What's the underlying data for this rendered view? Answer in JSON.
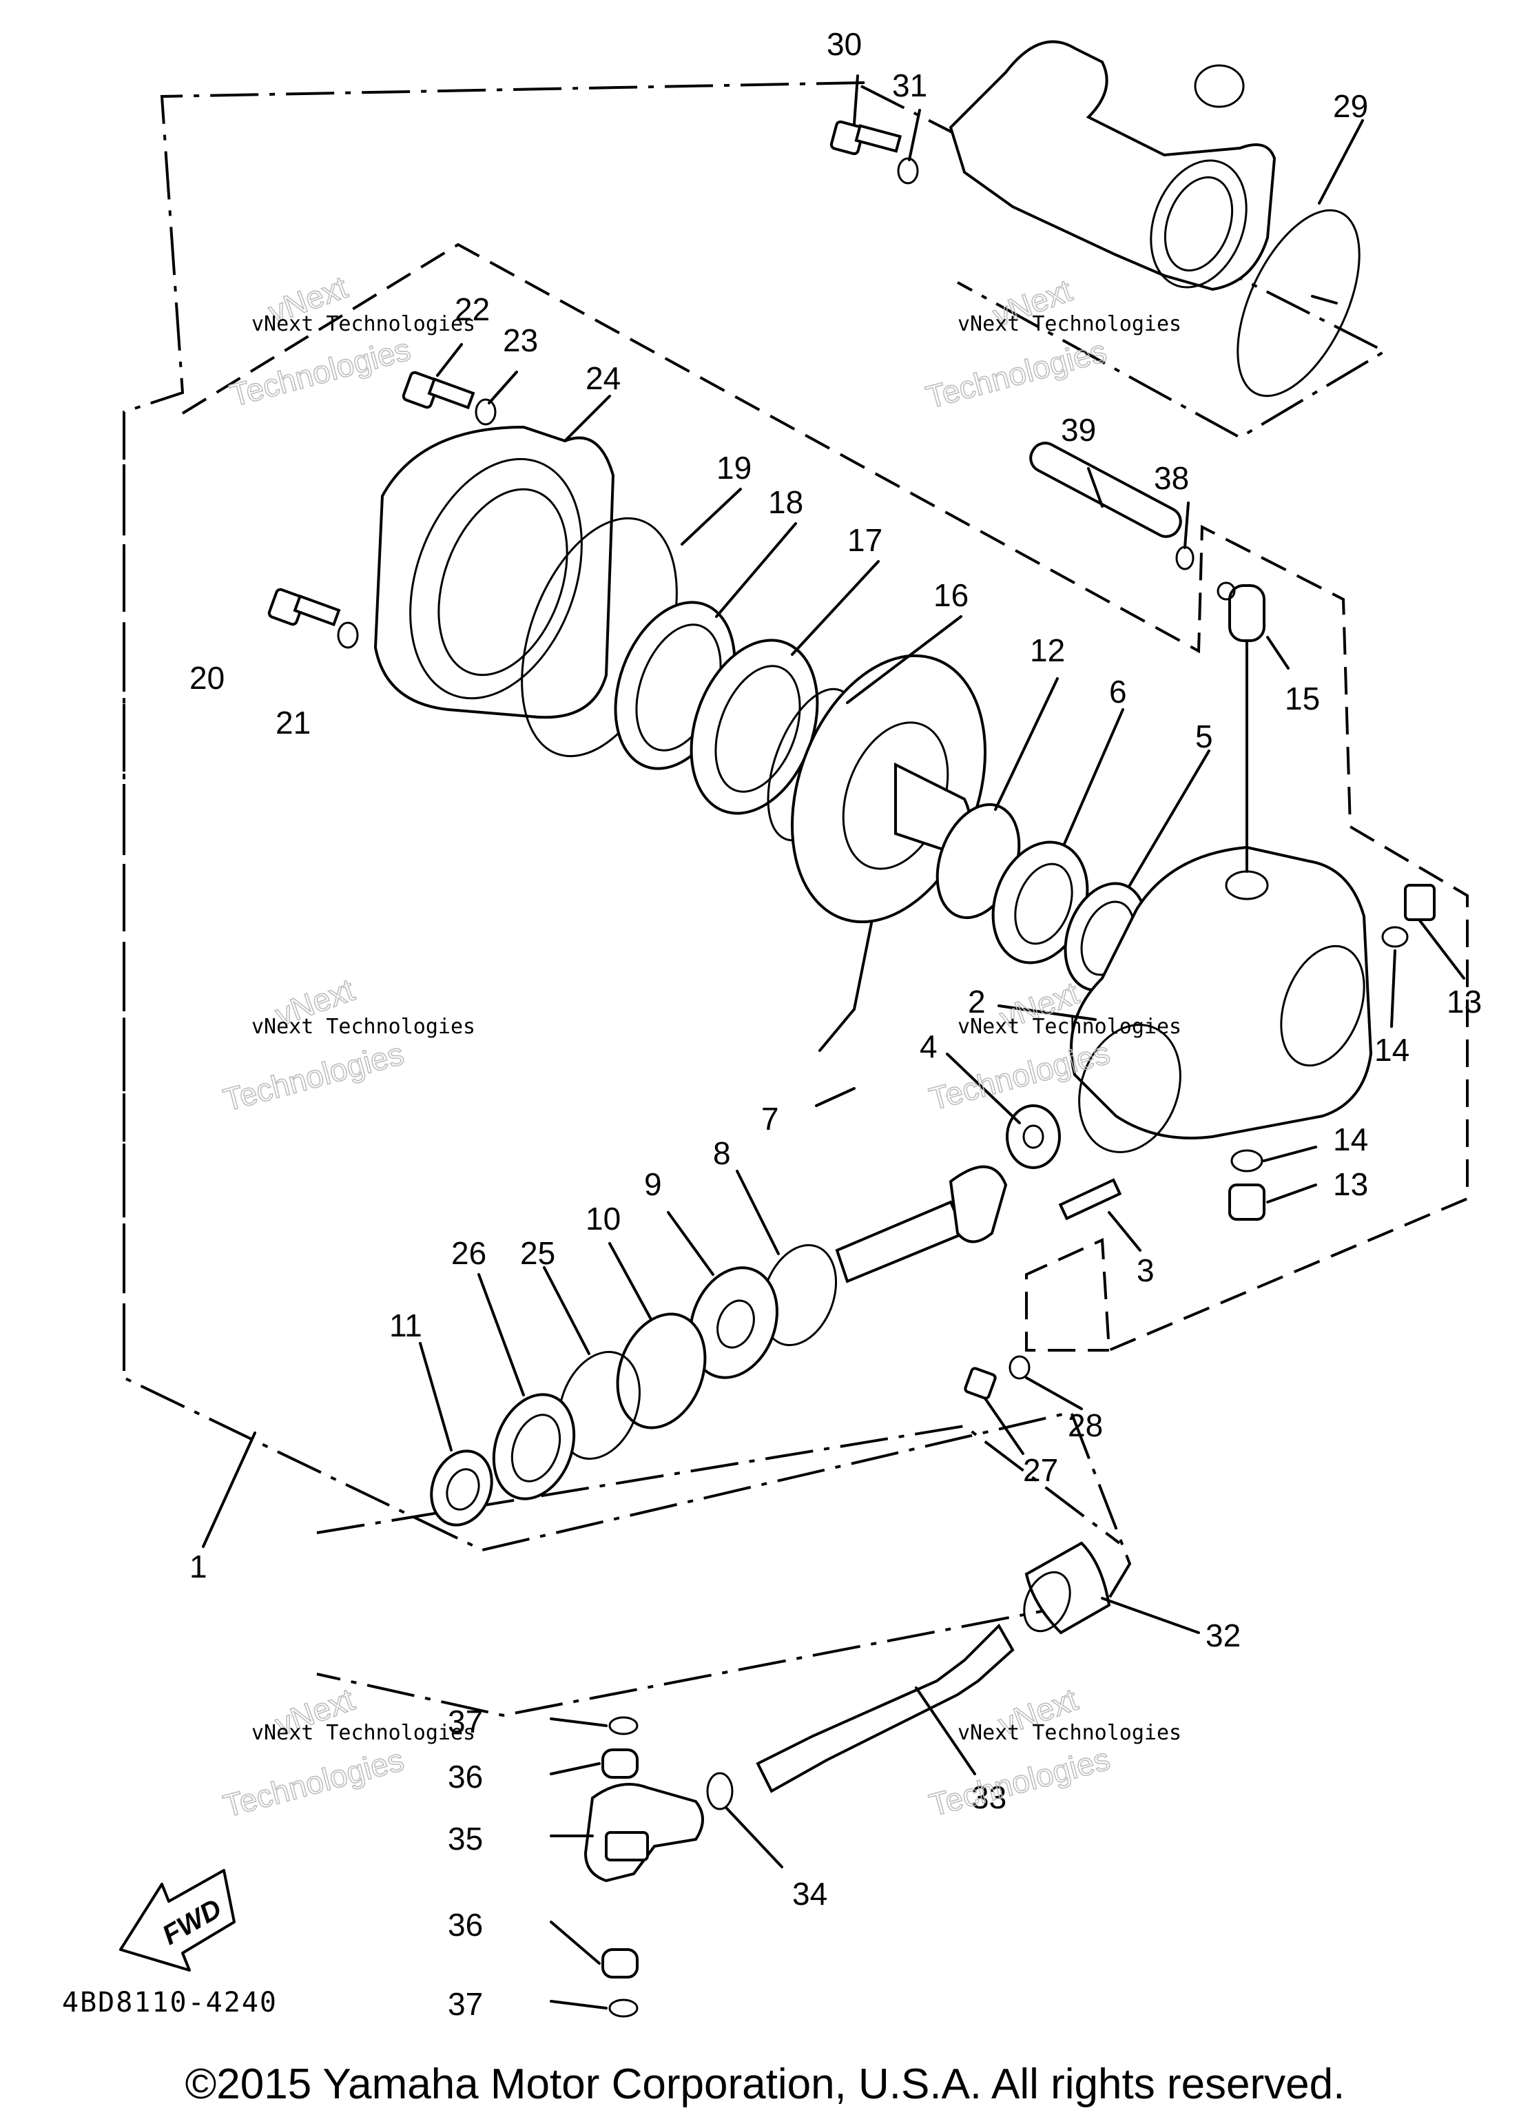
{
  "diagram": {
    "part_code": "4BD8110-4240",
    "fwd_label": "FWD",
    "watermark_line1": "vNext Technologies",
    "watermark_line2": "vNext",
    "watermark_line3": "Technologies",
    "copyright": "©2015 Yamaha Motor Corporation, U.S.A. All rights reserved."
  },
  "callouts": [
    {
      "id": "c1",
      "label": "1"
    },
    {
      "id": "c2",
      "label": "2"
    },
    {
      "id": "c3",
      "label": "3"
    },
    {
      "id": "c4",
      "label": "4"
    },
    {
      "id": "c5",
      "label": "5"
    },
    {
      "id": "c6",
      "label": "6"
    },
    {
      "id": "c7",
      "label": "7"
    },
    {
      "id": "c8",
      "label": "8"
    },
    {
      "id": "c9",
      "label": "9"
    },
    {
      "id": "c10",
      "label": "10"
    },
    {
      "id": "c11",
      "label": "11"
    },
    {
      "id": "c12",
      "label": "12"
    },
    {
      "id": "c13a",
      "label": "13"
    },
    {
      "id": "c13b",
      "label": "13"
    },
    {
      "id": "c14a",
      "label": "14"
    },
    {
      "id": "c14b",
      "label": "14"
    },
    {
      "id": "c15",
      "label": "15"
    },
    {
      "id": "c16",
      "label": "16"
    },
    {
      "id": "c17",
      "label": "17"
    },
    {
      "id": "c18",
      "label": "18"
    },
    {
      "id": "c19",
      "label": "19"
    },
    {
      "id": "c20",
      "label": "20"
    },
    {
      "id": "c21",
      "label": "21"
    },
    {
      "id": "c22",
      "label": "22"
    },
    {
      "id": "c23",
      "label": "23"
    },
    {
      "id": "c24",
      "label": "24"
    },
    {
      "id": "c25",
      "label": "25"
    },
    {
      "id": "c26",
      "label": "26"
    },
    {
      "id": "c27",
      "label": "27"
    },
    {
      "id": "c28",
      "label": "28"
    },
    {
      "id": "c29",
      "label": "29"
    },
    {
      "id": "c30",
      "label": "30"
    },
    {
      "id": "c31",
      "label": "31"
    },
    {
      "id": "c32",
      "label": "32"
    },
    {
      "id": "c33",
      "label": "33"
    },
    {
      "id": "c34",
      "label": "34"
    },
    {
      "id": "c35",
      "label": "35"
    },
    {
      "id": "c36a",
      "label": "36"
    },
    {
      "id": "c36b",
      "label": "36"
    },
    {
      "id": "c37a",
      "label": "37"
    },
    {
      "id": "c37b",
      "label": "37"
    },
    {
      "id": "c38",
      "label": "38"
    },
    {
      "id": "c39",
      "label": "39"
    }
  ]
}
